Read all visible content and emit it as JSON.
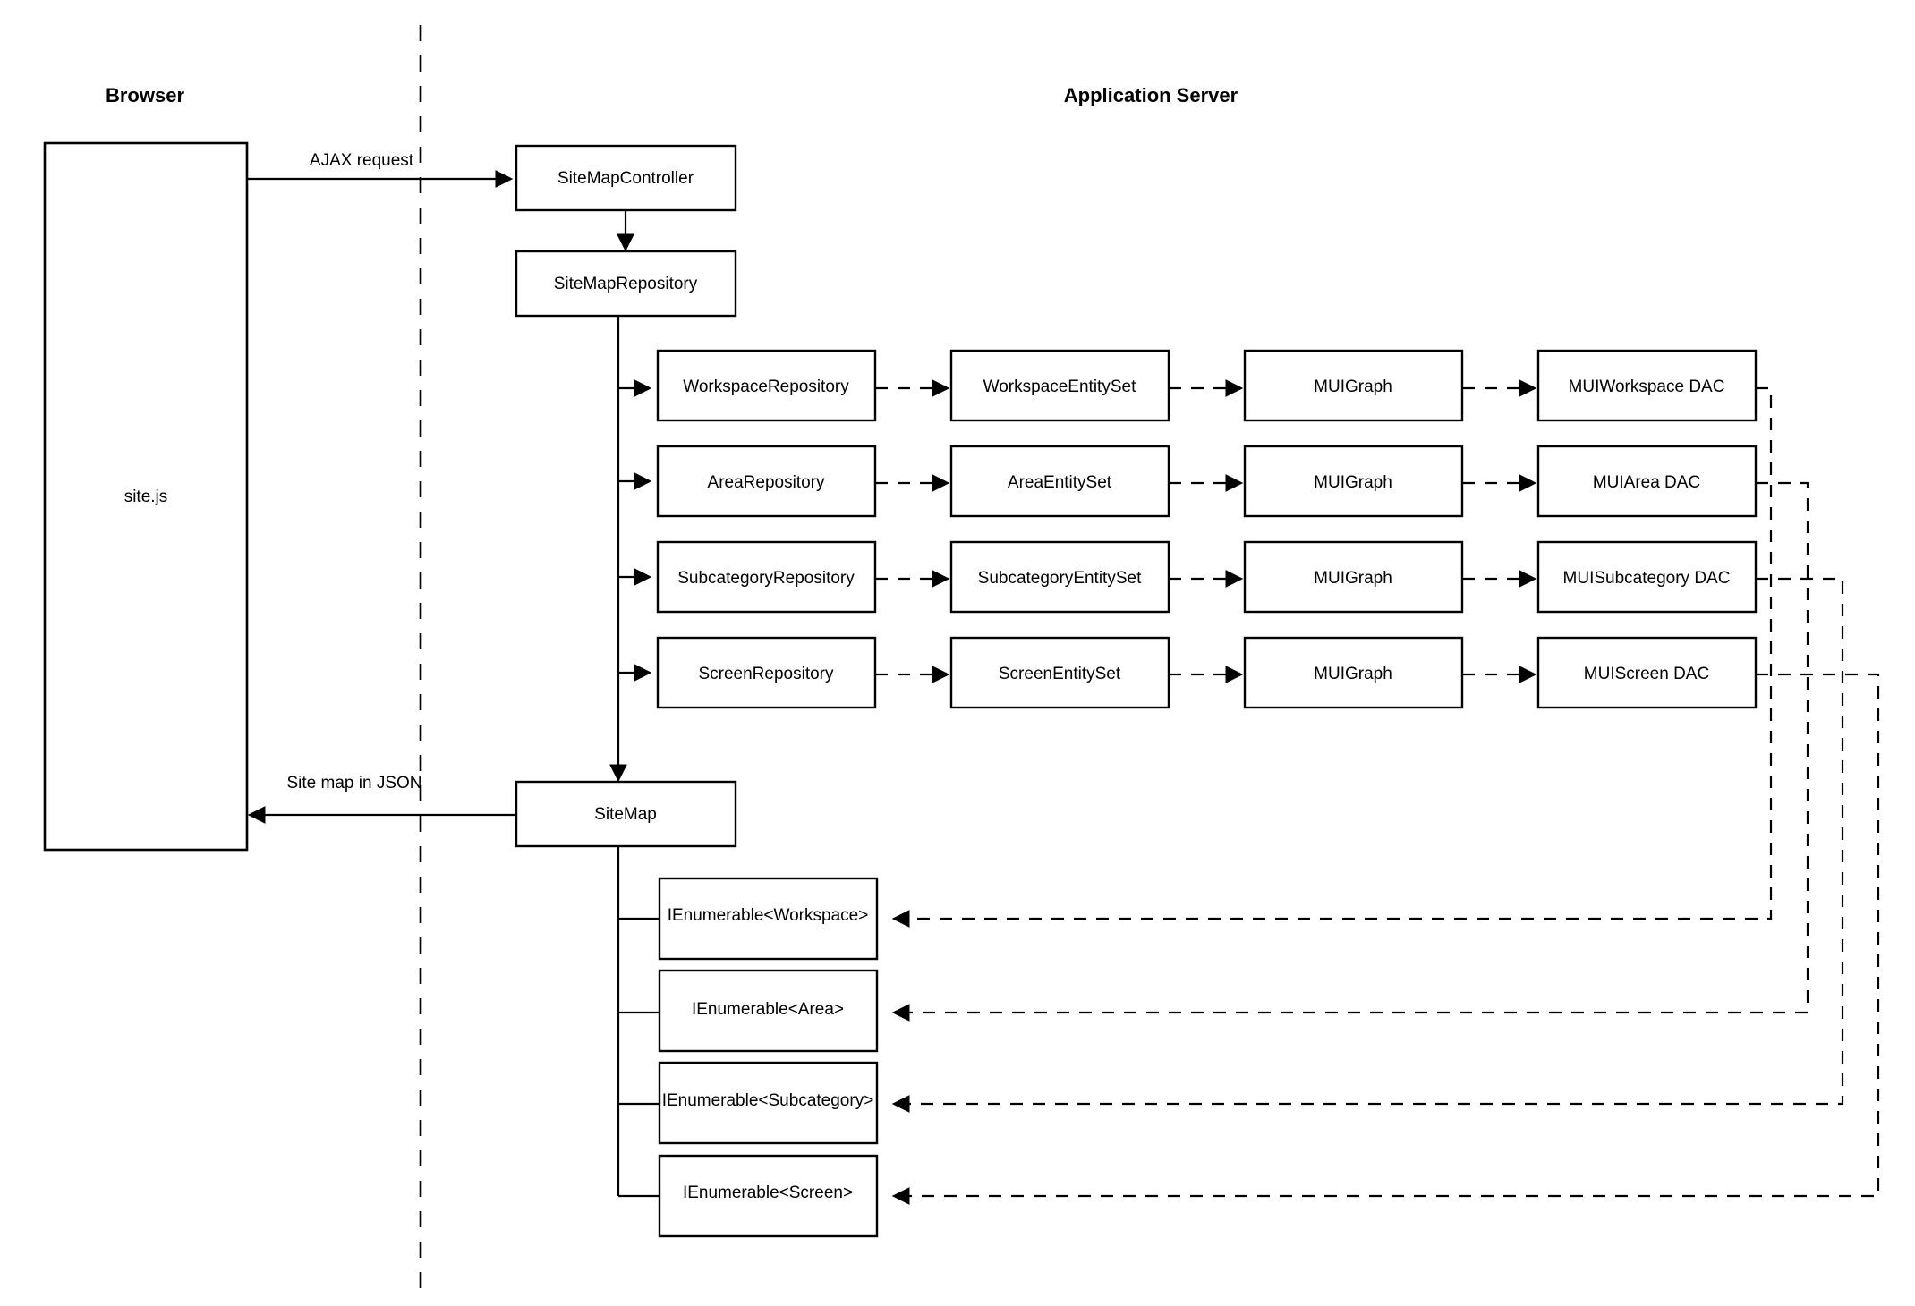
{
  "diagram": {
    "title_browser": "Browser",
    "title_server": "Application Server",
    "client_box": "site.js",
    "edge_request": "AJAX request",
    "edge_response": "Site map in JSON",
    "controller": "SiteMapController",
    "repository": "SiteMapRepository",
    "sitemap": "SiteMap",
    "pipeline_rows": [
      {
        "repository": "WorkspaceRepository",
        "entityset": "WorkspaceEntitySet",
        "graph": "MUIGraph",
        "dac": "MUIWorkspace DAC",
        "result": "IEnumerable<Workspace>"
      },
      {
        "repository": "AreaRepository",
        "entityset": "AreaEntitySet",
        "graph": "MUIGraph",
        "dac": "MUIArea DAC",
        "result": "IEnumerable<Area>"
      },
      {
        "repository": "SubcategoryRepository",
        "entityset": "SubcategoryEntitySet",
        "graph": "MUIGraph",
        "dac": "MUISubcategory DAC",
        "result": "IEnumerable<Subcategory>"
      },
      {
        "repository": "ScreenRepository",
        "entityset": "ScreenEntitySet",
        "graph": "MUIGraph",
        "dac": "MUIScreen DAC",
        "result": "IEnumerable<Screen>"
      }
    ],
    "colors": {
      "stroke": "#000000",
      "fill": "#ffffff",
      "background": "#ffffff"
    }
  }
}
